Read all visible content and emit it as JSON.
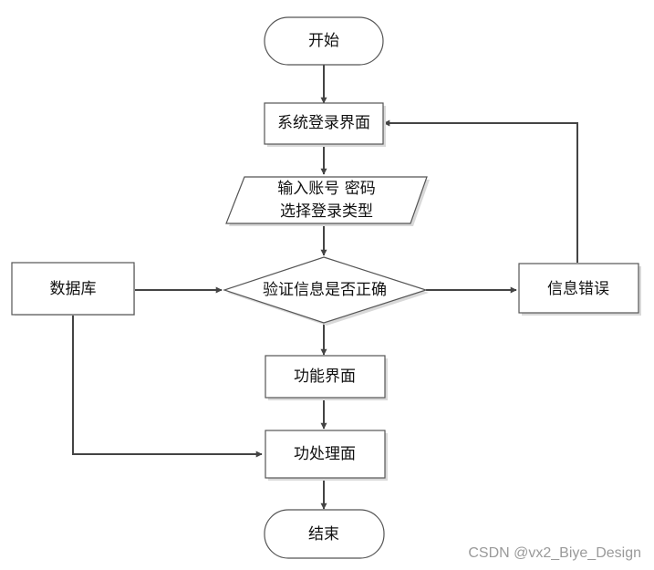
{
  "nodes": {
    "start": "开始",
    "login_screen": "系统登录界面",
    "input_line1": "输入账号 密码",
    "input_line2": "选择登录类型",
    "database": "数据库",
    "verify": "验证信息是否正确",
    "error": "信息错误",
    "function_screen": "功能界面",
    "processing_screen": "功处理面",
    "end": "结束"
  },
  "watermark": "CSDN @vx2_Biye_Design",
  "colors": {
    "line": "#444444",
    "border": "#555555",
    "shadow": "#d9d9d9",
    "watermark": "#9a9a9a"
  }
}
